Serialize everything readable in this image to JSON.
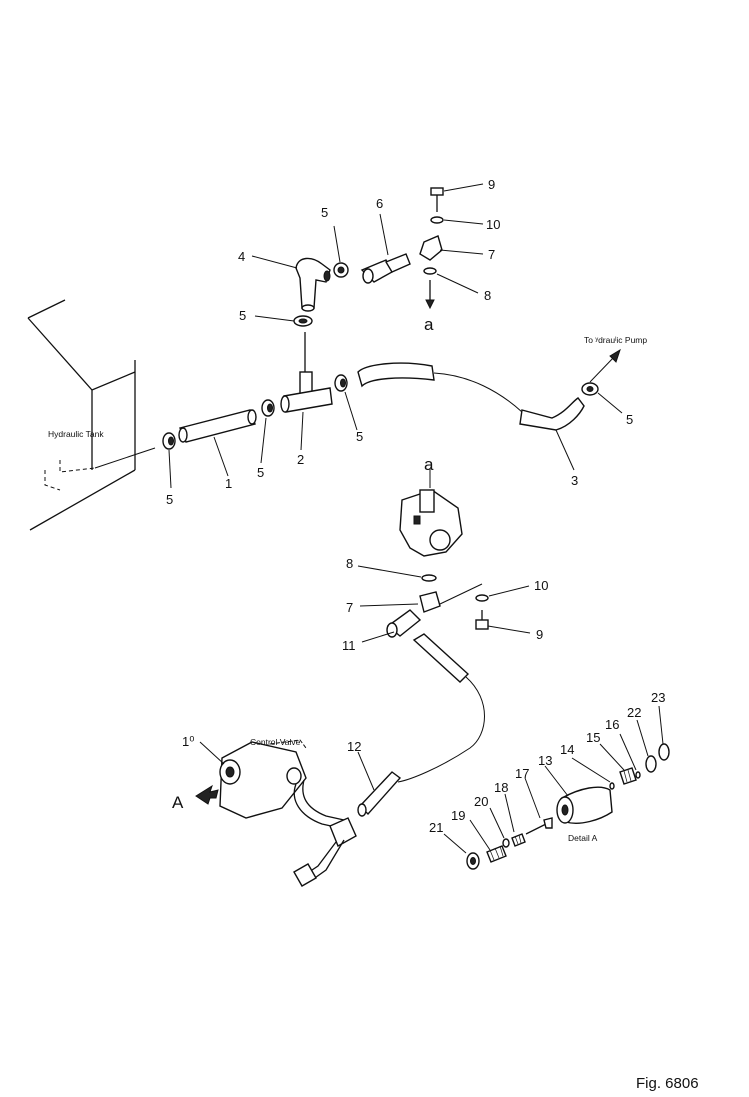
{
  "figure": {
    "caption": "Fig. 6806"
  },
  "labels": {
    "hydraulic_tank": "Hydraulic Tank",
    "to_hydraulic_pump": "To ʸdrauˡic Pump",
    "control_valve": "Control Valve",
    "detail_a": "Detail A",
    "arrow_a": "A",
    "ref_a_top": "a",
    "ref_a_mid": "a"
  },
  "callouts": {
    "c1": "1",
    "c2": "2",
    "c3": "3",
    "c4": "4",
    "c5a": "5",
    "c5b": "5",
    "c5c": "5",
    "c5d": "5",
    "c5e": "5",
    "c5f": "5",
    "c6": "6",
    "c7a": "7",
    "c7b": "7",
    "c8a": "8",
    "c8b": "8",
    "c9a": "9",
    "c9b": "9",
    "c10a": "10",
    "c10b": "10",
    "c11": "11",
    "c12": "12",
    "c13": "13",
    "c14": "14",
    "c15": "15",
    "c16": "16",
    "c17": "17",
    "c18": "18",
    "c19": "19",
    "c20": "20",
    "c21": "21",
    "c22": "22",
    "c23": "23",
    "c10c": "1⁰"
  }
}
